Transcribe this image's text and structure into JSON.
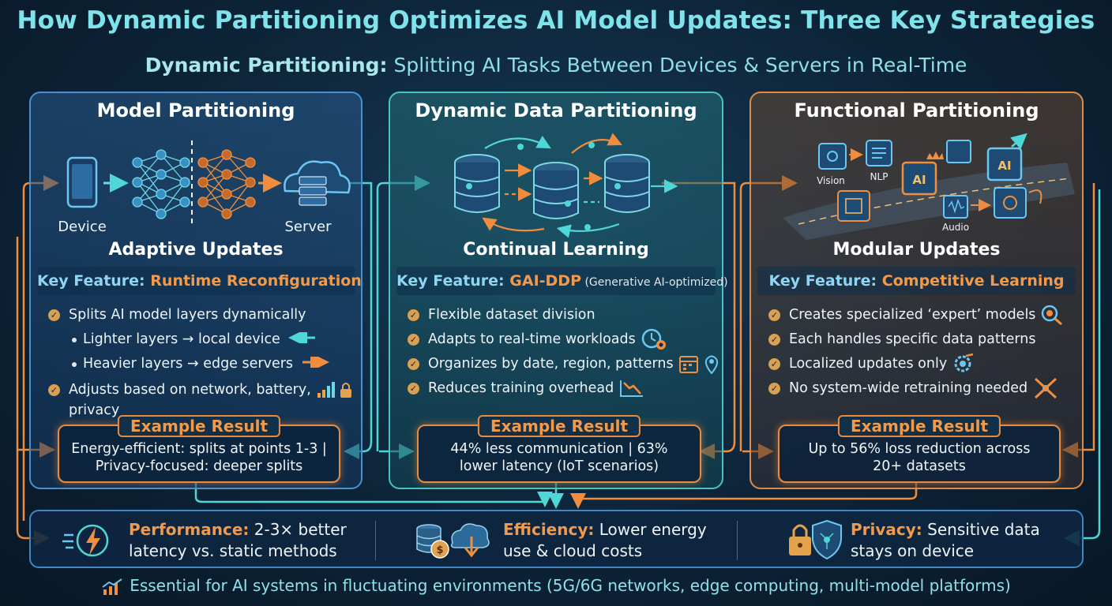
{
  "title": "How Dynamic Partitioning Optimizes AI Model Updates: Three Key Strategies",
  "subtitle": {
    "lead": "Dynamic Partitioning:",
    "rest": " Splitting AI Tasks Between Devices & Servers in Real-Time"
  },
  "panels": [
    {
      "title": "Model Partitioning",
      "illustration": {
        "left_label": "Device",
        "right_label": "Server"
      },
      "subtitle": "Adaptive Updates",
      "key_feature_label": "Key Feature: ",
      "key_feature": "Runtime Reconfiguration",
      "bullets": [
        "Splits AI model layers dynamically",
        "Lighter layers → local device",
        "Heavier layers → edge servers",
        "Adjusts based on network, battery,",
        "privacy"
      ],
      "result_title": "Example Result",
      "result_lines": [
        "Energy-efficient: splits at points 1-3 |",
        "Privacy-focused: deeper splits"
      ]
    },
    {
      "title": "Dynamic Data Partitioning",
      "subtitle": "Continual Learning",
      "key_feature_label": "Key Feature: ",
      "key_feature": "GAI-DDP",
      "key_feature_note": " (Generative AI-optimized)",
      "bullets": [
        "Flexible dataset division",
        "Adapts to real-time workloads",
        "Organizes by date, region, patterns",
        "Reduces training overhead"
      ],
      "result_title": "Example Result",
      "result_lines": [
        "44% less communication | 63%",
        "lower latency (IoT scenarios)"
      ]
    },
    {
      "title": "Functional Partitioning",
      "illustration": {
        "labels": [
          "Vision",
          "NLP",
          "AI",
          "AI",
          "Audio"
        ]
      },
      "subtitle": "Modular Updates",
      "key_feature_label": "Key Feature: ",
      "key_feature": "Competitive Learning",
      "bullets": [
        "Creates specialized ‘expert’ models",
        "Each handles specific data patterns",
        "Localized updates only",
        "No system-wide retraining needed"
      ],
      "result_title": "Example Result",
      "result_lines": [
        "Up to 56% loss reduction across",
        "20+ datasets"
      ]
    }
  ],
  "benefits": [
    {
      "label": "Performance:",
      "text_line1": " 2-3× better",
      "text_line2": "latency vs. static methods"
    },
    {
      "label": "Efficiency:",
      "text_line1": " Lower energy",
      "text_line2": "use & cloud costs"
    },
    {
      "label": "Privacy:",
      "text_line1": " Sensitive data",
      "text_line2": "stays on device"
    }
  ],
  "footer": "Essential for AI systems in fluctuating environments (5G/6G networks, edge computing, multi-model platforms)",
  "colors": {
    "accent_orange": "#f29a4a",
    "accent_cyan": "#7fe3ec",
    "blue_border": "#4a8fd0",
    "teal_border": "#46c3c2"
  }
}
